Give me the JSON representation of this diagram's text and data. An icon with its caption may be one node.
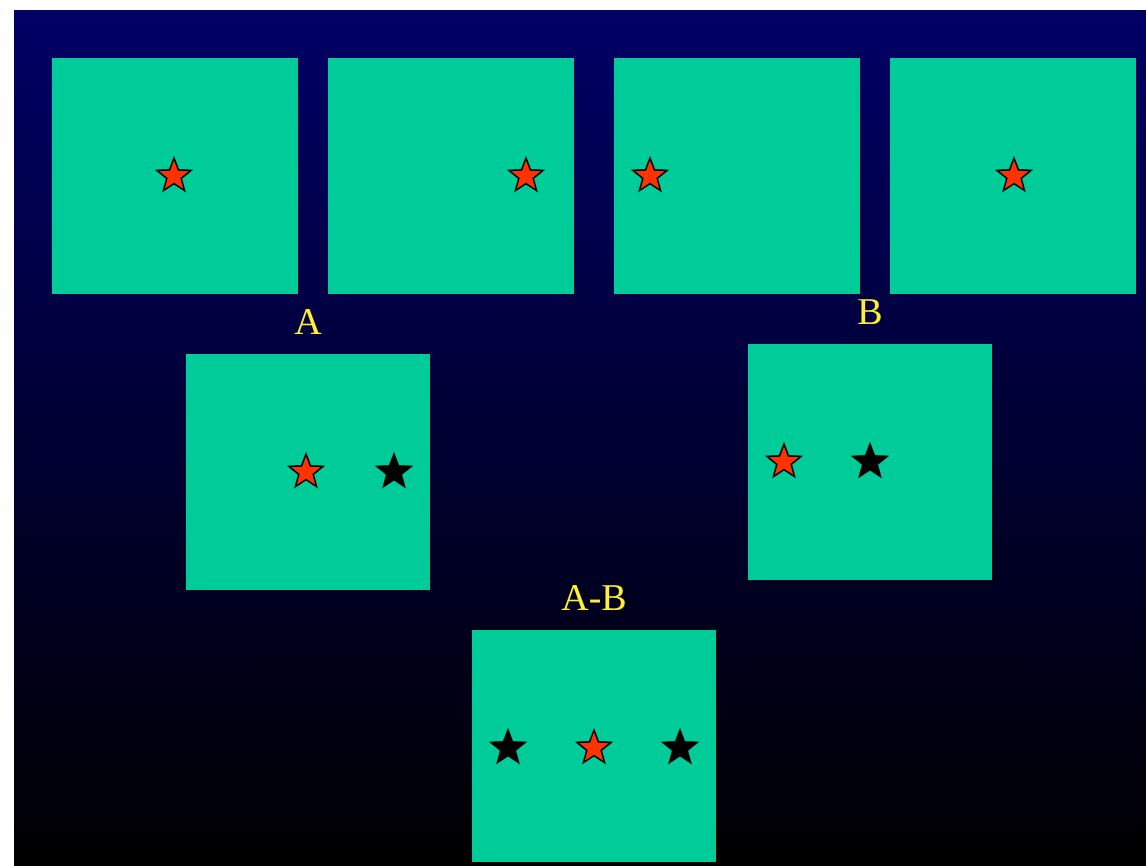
{
  "diagram": {
    "nodes": [
      {
        "text": [],
        "shape": "box"
      },
      {
        "text": [],
        "shape": "box"
      },
      {
        "text": [],
        "shape": "box"
      },
      {
        "text": [],
        "shape": "box"
      },
      {
        "text": [
          "A"
        ]
      },
      {
        "text": [
          "B"
        ]
      },
      {
        "text": [
          "A-B"
        ]
      }
    ]
  }
}
